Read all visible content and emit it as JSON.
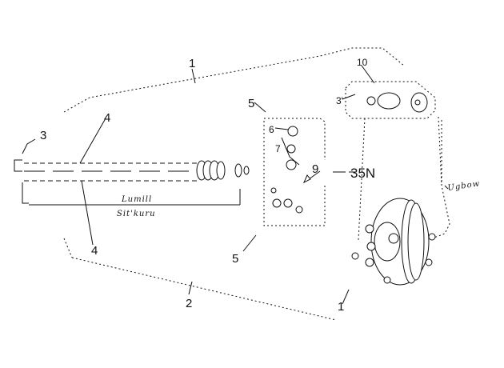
{
  "labels": {
    "l1_top": "1",
    "l1_bottom": "1",
    "l2": "2",
    "l3": "3",
    "l4_top": "4",
    "l4_bottom": "4",
    "l5_top": "5",
    "l5_bottom": "5",
    "l6": "6",
    "l7": "7",
    "l9": "9",
    "l10": "10",
    "l35n": "35N",
    "l3prime": "3'"
  },
  "handwritten": {
    "line1": "Lumill",
    "line2": "Sit'kuru",
    "right": "Ugbow"
  }
}
